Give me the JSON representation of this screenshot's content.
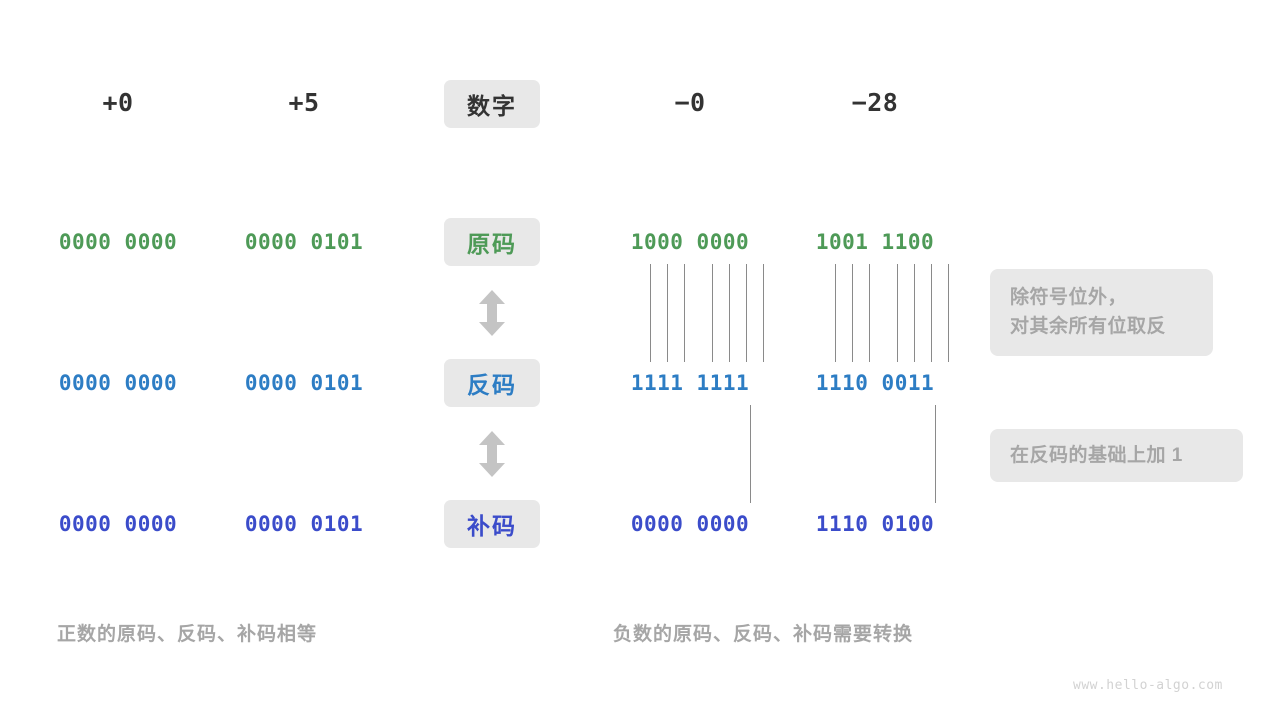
{
  "page": {
    "title": "整数的原码、反码、补码对照图",
    "background": "#ffffff",
    "watermark": "www.hello-algo.com"
  },
  "colors": {
    "text_dark": "#333333",
    "green": "#4e9a57",
    "blue": "#2d7dc4",
    "indigo": "#3b4cca",
    "chip_bg": "#e8e8e8",
    "note_bg": "#e8e8e8",
    "muted": "#a6a6a6",
    "connector": "#8a8a8a"
  },
  "row_labels": [
    {
      "key": "number",
      "text": "数字",
      "color_key": "text_dark"
    },
    {
      "key": "sign_magnitude",
      "text": "原码",
      "color_key": "green"
    },
    {
      "key": "ones_complement",
      "text": "反码",
      "color_key": "blue"
    },
    {
      "key": "twos_complement",
      "text": "补码",
      "color_key": "indigo"
    }
  ],
  "columns": [
    {
      "key": "plus-zero",
      "header": "+0",
      "side": "left"
    },
    {
      "key": "plus-five",
      "header": "+5",
      "side": "left"
    },
    {
      "key": "minus-zero",
      "header": "−0",
      "side": "right"
    },
    {
      "key": "minus-twentyeight",
      "header": "−28",
      "side": "right"
    }
  ],
  "values": {
    "sign_magnitude": {
      "plus-zero": "0000 0000",
      "plus-five": "0000 0101",
      "minus-zero": "1000 0000",
      "minus-twentyeight": "1001 1100"
    },
    "ones_complement": {
      "plus-zero": "0000 0000",
      "plus-five": "0000 0101",
      "minus-zero": "1111 1111",
      "minus-twentyeight": "1110 0011"
    },
    "twos_complement": {
      "plus-zero": "0000 0000",
      "plus-five": "0000 0101",
      "minus-zero": "0000 0000",
      "minus-twentyeight": "1110 0100"
    }
  },
  "arrows": [
    {
      "key": "arrow-sign-to-ones",
      "direction": "up-down"
    },
    {
      "key": "arrow-ones-to-twos",
      "direction": "up-down"
    }
  ],
  "notes": [
    {
      "key": "note-invert",
      "text": "除符号位外，\n对其余所有位取反"
    },
    {
      "key": "note-plus-one",
      "text": "在反码的基础上加  1"
    }
  ],
  "captions": [
    {
      "key": "caption-positive",
      "text": "正数的原码、反码、补码相等"
    },
    {
      "key": "caption-negative",
      "text": "负数的原码、反码、补码需要转换"
    }
  ]
}
